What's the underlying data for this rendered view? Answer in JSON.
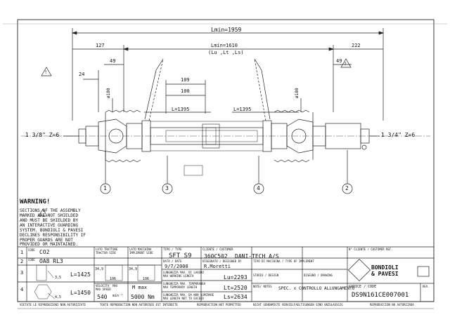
{
  "drawing": {
    "dim_total": "Lmin=1959",
    "dim_shaft": "Lmin=1610",
    "dim_shaft_sub": "(Lu ,Lt ,Ls)",
    "dim_left_ext": "127",
    "dim_right_ext": "222",
    "dim_left_49": "49",
    "dim_right_49": "49",
    "dim_24": "24",
    "dim_109": "109",
    "dim_100": "100",
    "dim_dia_left": "ø180",
    "dim_dia_right": "ø180",
    "dim_guard_left": "L=1395",
    "dim_guard_right": "L=1395",
    "spline_left": "1 3/8\" Z=6",
    "spline_right": "1 3/4\" Z=6",
    "callouts": [
      "1",
      "3",
      "4",
      "2"
    ],
    "warning_title": "WARNING!",
    "warning_lines": [
      "SECTIONS     OF THE ASSEMBLY",
      "MARKED      ARE NOT SHIELDED",
      "AND MUST BE SHIELDED BY",
      "AN INTERACTIVE GUARDING",
      "SYSTEM. BONDIOLI & PAVESI",
      "DECLINES RESPONSIBILITY IF",
      "PROPER GUARDS ARE NOT",
      "PROVIDED OR MAINTAINED."
    ]
  },
  "title_block": {
    "rows": [
      {
        "num": "1",
        "label": "CODE",
        "code": "CO2"
      },
      {
        "num": "2",
        "label": "CODE",
        "code": "OA8 RL3"
      },
      {
        "num": "3",
        "value": "L=1425"
      },
      {
        "num": "4",
        "value": "L=1450"
      }
    ],
    "dim_a": "34,9",
    "dim_b": "3,5",
    "dim_c": "106",
    "dim_d": "34,9",
    "dim_e": "106",
    "dim_f": "4,5",
    "lato_trattore_it": "LATO TRATTORE",
    "lato_trattore_en": "TRACTOR SIDE",
    "lato_macchina_it": "LATO MACCHINA",
    "lato_macchina_en": "IMPLEMENT SIDE",
    "velocita_label": "VELOCITA' MAX",
    "velocita_label_en": "MAX SPEED",
    "speed": "540",
    "speed_unit": "min⁻¹",
    "torque_label": "M max",
    "torque": "5000 Nm",
    "tipo_label": "TIPO / TYPE",
    "tipo": "SFT S9",
    "cliente_label": "CLIENTE / CUSTOMER",
    "cliente_code": "360C502",
    "cliente": "DANI-TECH A/S",
    "data_label": "DATA / DATE",
    "data": "9/7/2008",
    "designer_label": "DISEGNATO / DESIGNED BY",
    "designer": "R.Moretti",
    "tipo_attrezzo_label": "TIPO DI MACCHINA / TYPE OF IMPLEMENT",
    "lu_label": "LUNGHEZZA MAX. DI LAVORO",
    "lu_label_en": "MAX WORKING LENGTH",
    "lu": "Lu=2293",
    "lt_label": "LUNGHEZZA MAX. TEMPORANEA",
    "lt_label_en": "MAX TEMPORARY LENGTH",
    "lt": "Lt=2520",
    "ls_label": "LUNGHEZZA MAX. DA NON SUPERARE",
    "ls_label_en": "MAX LENGTH NOT TO EXCEED",
    "ls": "Ls=2634",
    "studio_label": "STUDIO / DESIGN",
    "disegno_label": "DISEGNO / DRAWING",
    "note_label": "NOTE/ NOTES",
    "note": "SPEC. x CONTROLLO ALLUNGAMENTO",
    "customer_ref_label": "N° CLIENTE / CUSTOMER REF.",
    "codice_label": "CODICE / CODE",
    "codice": "DS9N161CE007001",
    "rev_label": "REV.",
    "brand_line1": "BONDIOLI",
    "brand_line2": "& PAVESI"
  },
  "footer": [
    "VIETATE LE RIPRODUZIONI NON AUTORIZZATE",
    "TOUTE REPRODUCTION NON AUTORISEE EST INTERDITE",
    "REPRODUCTION NOT PERMITTED",
    "NICHT GENEHMIGTE VERVIELFAELTIGUNGEN SIND UNZULAESSIG",
    "REPRODUCCIÓN NO AUTORIZADA"
  ]
}
